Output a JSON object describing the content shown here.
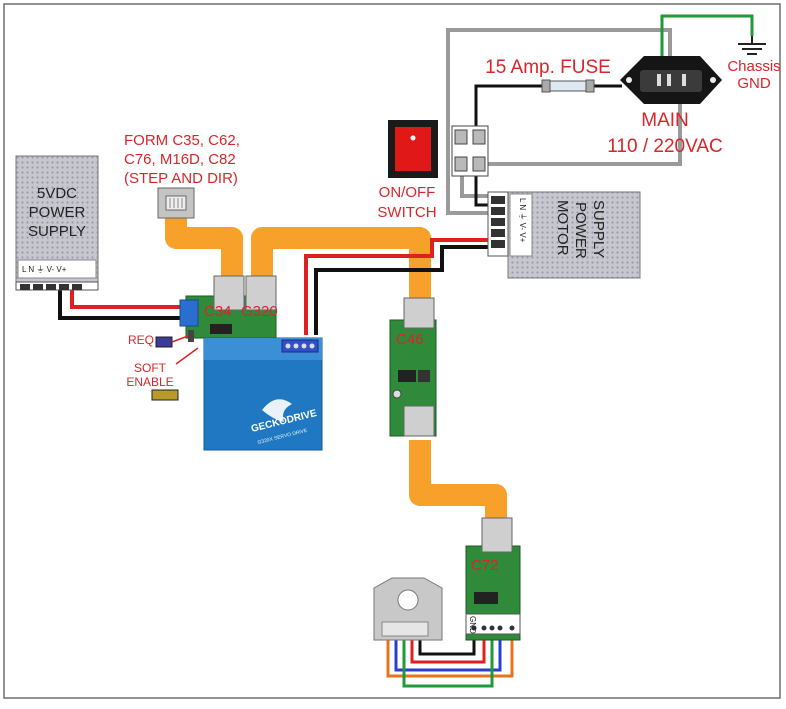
{
  "labels": {
    "fuse": "15 Amp. FUSE",
    "chassis_line1": "Chassis",
    "chassis_line2": "GND",
    "main_line1": "MAIN",
    "main_line2": "110 / 220VAC",
    "switch_line1": "ON/OFF",
    "switch_line2": "SWITCH",
    "form_line1": "FORM C35, C62,",
    "form_line2": "C76, M16D, C82",
    "form_line3": "(STEP AND DIR)",
    "psu5_line1": "5VDC",
    "psu5_line2": "POWER",
    "psu5_line3": "SUPPLY",
    "psu5_terminals": "L  N  ⏚  V-  V+",
    "motor_psu_line1": "MOTOR",
    "motor_psu_line2": "POWER",
    "motor_psu_line3": "SUPPLY",
    "motor_psu_terminals": "L  N  ⏚  V-  V+",
    "board_c34": "C34",
    "board_g320": "G320",
    "board_c46": "C46",
    "board_c72": "C72",
    "req": "REQ",
    "soft_line1": "SOFT",
    "soft_line2": "ENABLE",
    "gecko_brand": "GECKODRIVE",
    "gecko_sub": "G320X SERVO DRIVE",
    "c72_pins": "GND"
  },
  "colors": {
    "ribbon": "#f7a02a",
    "label_red": "#d8262a",
    "gecko_blue": "#1f78c1",
    "board_green": "#2f8a3a",
    "wire_red": "#e02020",
    "wire_black": "#111111",
    "wire_gray": "#9a9a9a",
    "wire_green": "#1e9a3a",
    "wire_blue": "#2a3fd0",
    "wire_orange": "#e8741a",
    "psu_gray": "#c9c9d0"
  }
}
